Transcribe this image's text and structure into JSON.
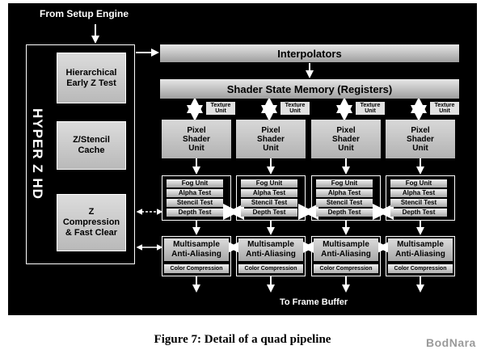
{
  "diagram": {
    "from_setup_label": "From Setup Engine",
    "to_frame_label": "To Frame Buffer",
    "hyper_z": {
      "title": "HYPER Z HD",
      "blocks": [
        "Hierarchical\nEarly Z Test",
        "Z/Stencil\nCache",
        "Z\nCompression\n& Fast Clear"
      ]
    },
    "interpolators_label": "Interpolators",
    "shader_state_label": "Shader State Memory (Registers)",
    "pipelines": [
      {
        "texture_unit": "Texture\nUnit",
        "pixel_shader": "Pixel\nShader\nUnit",
        "stages": [
          "Fog Unit",
          "Alpha Test",
          "Stencil Test",
          "Depth Test"
        ],
        "msaa": "Multisample\nAnti-Aliasing",
        "color_compression": "Color Compression"
      },
      {
        "texture_unit": "Texture\nUnit",
        "pixel_shader": "Pixel\nShader\nUnit",
        "stages": [
          "Fog Unit",
          "Alpha Test",
          "Stencil Test",
          "Depth Test"
        ],
        "msaa": "Multisample\nAnti-Aliasing",
        "color_compression": "Color Compression"
      },
      {
        "texture_unit": "Texture\nUnit",
        "pixel_shader": "Pixel\nShader\nUnit",
        "stages": [
          "Fog Unit",
          "Alpha Test",
          "Stencil Test",
          "Depth Test"
        ],
        "msaa": "Multisample\nAnti-Aliasing",
        "color_compression": "Color Compression"
      },
      {
        "texture_unit": "Texture\nUnit",
        "pixel_shader": "Pixel\nShader\nUnit",
        "stages": [
          "Fog Unit",
          "Alpha Test",
          "Stencil Test",
          "Depth Test"
        ],
        "msaa": "Multisample\nAnti-Aliasing",
        "color_compression": "Color Compression"
      }
    ]
  },
  "caption": "Figure 7: Detail of a quad pipeline",
  "watermark": "BodNara",
  "colors": {
    "background": "#000000",
    "block": "#c8c8c8",
    "line": "#ffffff"
  }
}
